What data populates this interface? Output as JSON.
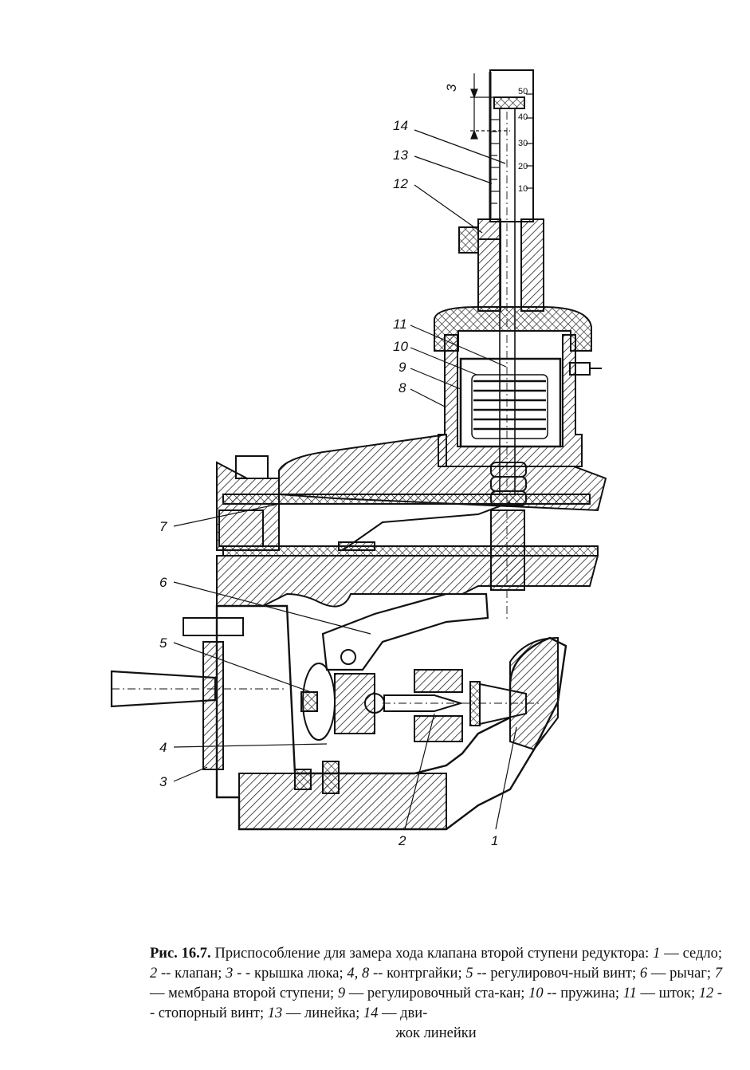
{
  "figure": {
    "callouts": [
      {
        "id": "14",
        "text": "14"
      },
      {
        "id": "13",
        "text": "13"
      },
      {
        "id": "12",
        "text": "12"
      },
      {
        "id": "11",
        "text": "11"
      },
      {
        "id": "10",
        "text": "10"
      },
      {
        "id": "9",
        "text": "9"
      },
      {
        "id": "8",
        "text": "8"
      },
      {
        "id": "7",
        "text": "7"
      },
      {
        "id": "6",
        "text": "6"
      },
      {
        "id": "5",
        "text": "5"
      },
      {
        "id": "4",
        "text": "4"
      },
      {
        "id": "3",
        "text": "3"
      },
      {
        "id": "2",
        "text": "2"
      },
      {
        "id": "1",
        "text": "1"
      }
    ],
    "scale_marks": [
      "50",
      "40",
      "30",
      "20",
      "10"
    ],
    "dimension_label": "3",
    "colors": {
      "ink": "#111111",
      "paper": "#ffffff",
      "hatch": "#222222"
    }
  },
  "caption": {
    "label": "Рис. 16.7.",
    "title": "Приспособление для замера хода клапана второй ступени редуктора:",
    "items": [
      {
        "num": "1",
        "sep": " — ",
        "text": "седло;"
      },
      {
        "num": "2",
        "sep": " -- ",
        "text": "клапан;"
      },
      {
        "num": "3",
        "sep": " - - ",
        "text": "крышка люка;"
      },
      {
        "num": "4, 8",
        "sep": " -- ",
        "text": "контргайки;"
      },
      {
        "num": "5",
        "sep": " -- ",
        "text": "регулировоч-ный винт;"
      },
      {
        "num": "6",
        "sep": " — ",
        "text": "рычаг;"
      },
      {
        "num": "7",
        "sep": " — ",
        "text": "мембрана второй ступени;"
      },
      {
        "num": "9",
        "sep": " — ",
        "text": "регулировочный ста-кан;"
      },
      {
        "num": "10",
        "sep": " -- ",
        "text": "пружина;"
      },
      {
        "num": "11",
        "sep": " — ",
        "text": "шток;"
      },
      {
        "num": "12",
        "sep": " - - ",
        "text": "стопорный винт;"
      },
      {
        "num": "13",
        "sep": " — ",
        "text": "линейка;"
      },
      {
        "num": "14",
        "sep": " — ",
        "text": "дви-"
      }
    ],
    "last_line": "жок линейки"
  }
}
